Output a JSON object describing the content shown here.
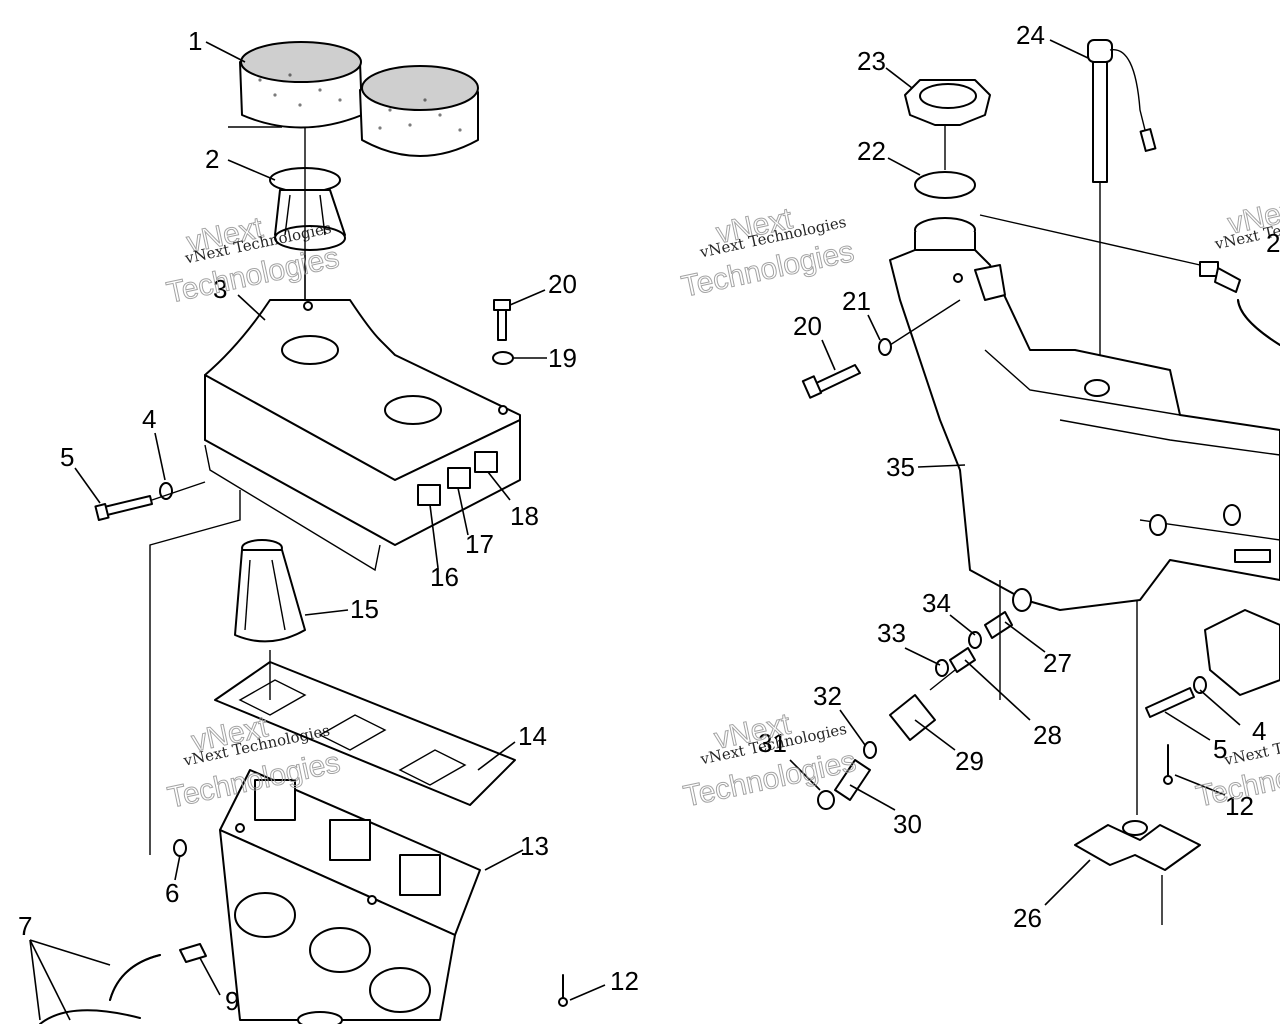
{
  "callouts": [
    {
      "id": "c1",
      "label": "1"
    },
    {
      "id": "c2",
      "label": "2"
    },
    {
      "id": "c3",
      "label": "3"
    },
    {
      "id": "c4a",
      "label": "4"
    },
    {
      "id": "c5a",
      "label": "5"
    },
    {
      "id": "c6",
      "label": "6"
    },
    {
      "id": "c7",
      "label": "7"
    },
    {
      "id": "c9",
      "label": "9"
    },
    {
      "id": "c12a",
      "label": "12"
    },
    {
      "id": "c13",
      "label": "13"
    },
    {
      "id": "c14",
      "label": "14"
    },
    {
      "id": "c15",
      "label": "15"
    },
    {
      "id": "c16",
      "label": "16"
    },
    {
      "id": "c17",
      "label": "17"
    },
    {
      "id": "c18",
      "label": "18"
    },
    {
      "id": "c19",
      "label": "19"
    },
    {
      "id": "c20a",
      "label": "20"
    },
    {
      "id": "c24",
      "label": "24"
    },
    {
      "id": "c23",
      "label": "23"
    },
    {
      "id": "c22",
      "label": "22"
    },
    {
      "id": "c21",
      "label": "21"
    },
    {
      "id": "c20b",
      "label": "20"
    },
    {
      "id": "c35",
      "label": "35"
    },
    {
      "id": "c34",
      "label": "34"
    },
    {
      "id": "c33",
      "label": "33"
    },
    {
      "id": "c27",
      "label": "27"
    },
    {
      "id": "c28",
      "label": "28"
    },
    {
      "id": "c32",
      "label": "32"
    },
    {
      "id": "c29",
      "label": "29"
    },
    {
      "id": "c31",
      "label": "31"
    },
    {
      "id": "c30",
      "label": "30"
    },
    {
      "id": "c4b",
      "label": "4"
    },
    {
      "id": "c5b",
      "label": "5"
    },
    {
      "id": "c12b",
      "label": "12"
    },
    {
      "id": "c26",
      "label": "26"
    },
    {
      "id": "c2b",
      "label": "2"
    }
  ],
  "watermark": {
    "line_small": "vNext Technologies",
    "line_big_1": "vNext",
    "line_big_2": "Technologies"
  }
}
